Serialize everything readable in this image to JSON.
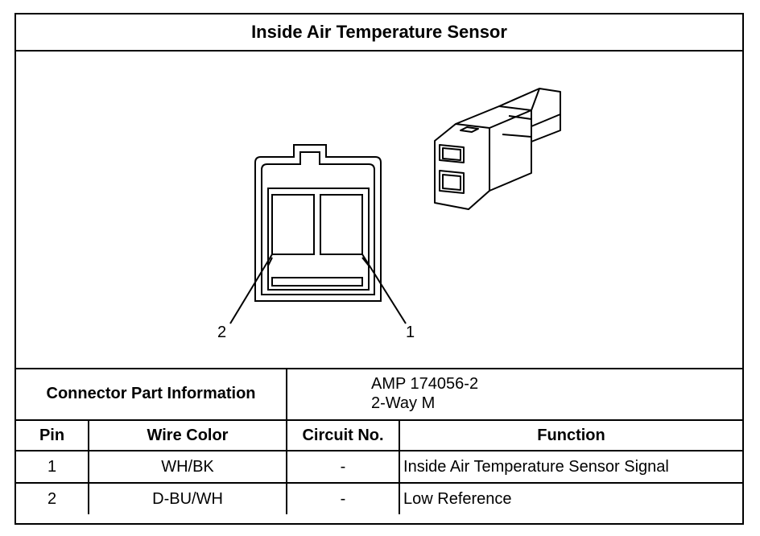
{
  "title": "Inside Air Temperature Sensor",
  "diagram": {
    "pin_labels": [
      "2",
      "1"
    ]
  },
  "connector_info": {
    "label": "Connector Part Information",
    "part_number": "AMP 174056-2",
    "description": "2-Way M"
  },
  "table": {
    "headers": [
      "Pin",
      "Wire Color",
      "Circuit No.",
      "Function"
    ],
    "rows": [
      {
        "pin": "1",
        "wire_color": "WH/BK",
        "circuit": "-",
        "function": "Inside Air Temperature Sensor Signal"
      },
      {
        "pin": "2",
        "wire_color": "D-BU/WH",
        "circuit": "-",
        "function": "Low Reference"
      }
    ]
  }
}
